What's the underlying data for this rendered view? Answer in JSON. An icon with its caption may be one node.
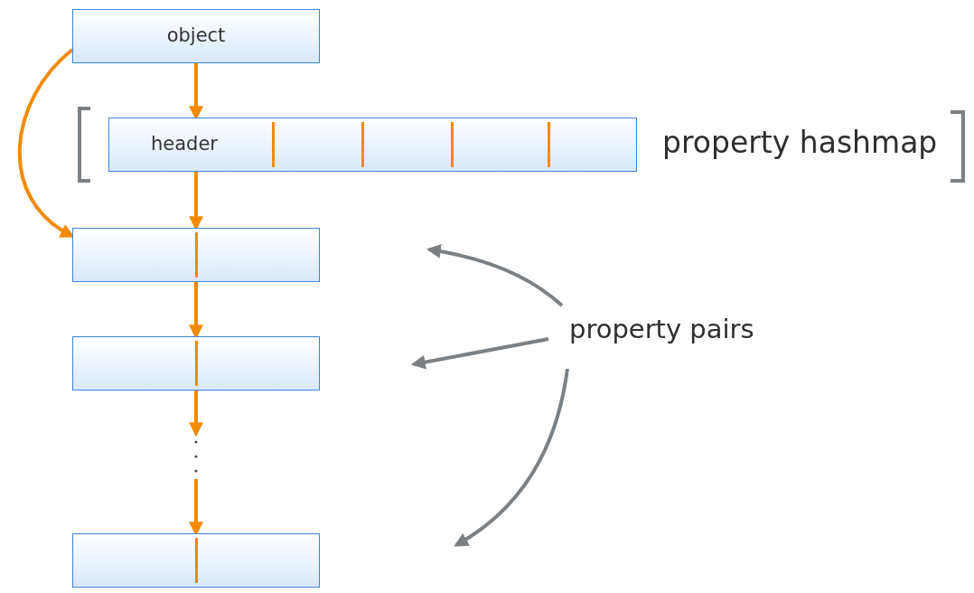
{
  "diagram": {
    "nodes": [
      {
        "text": [
          "object"
        ]
      },
      {
        "text": [
          "header"
        ]
      },
      {
        "text": [],
        "shape": "box"
      },
      {
        "text": [],
        "shape": "box"
      },
      {
        "text": [],
        "shape": "box"
      },
      {
        "text": [
          "property pairs"
        ]
      }
    ],
    "edges": [
      {
        "from": 0,
        "to": 1,
        "arrow": "to"
      },
      {
        "from": 1,
        "to": 2,
        "arrow": "to"
      },
      {
        "from": 2,
        "to": 3,
        "arrow": "to"
      },
      {
        "from": 3,
        "to": null,
        "arrow": "to"
      },
      {
        "from": null,
        "to": 4,
        "arrow": "to"
      },
      {
        "from": 0,
        "to": 2,
        "arrow": "to"
      },
      {
        "from": 5,
        "to": null,
        "arrow": "to",
        "color": "#7b8084"
      },
      {
        "from": 5,
        "to": null,
        "arrow": "to",
        "color": "#7b8084"
      },
      {
        "from": 5,
        "to": null,
        "arrow": "to",
        "color": "#7b8084"
      }
    ],
    "labels": [
      "property hashmap"
    ]
  }
}
